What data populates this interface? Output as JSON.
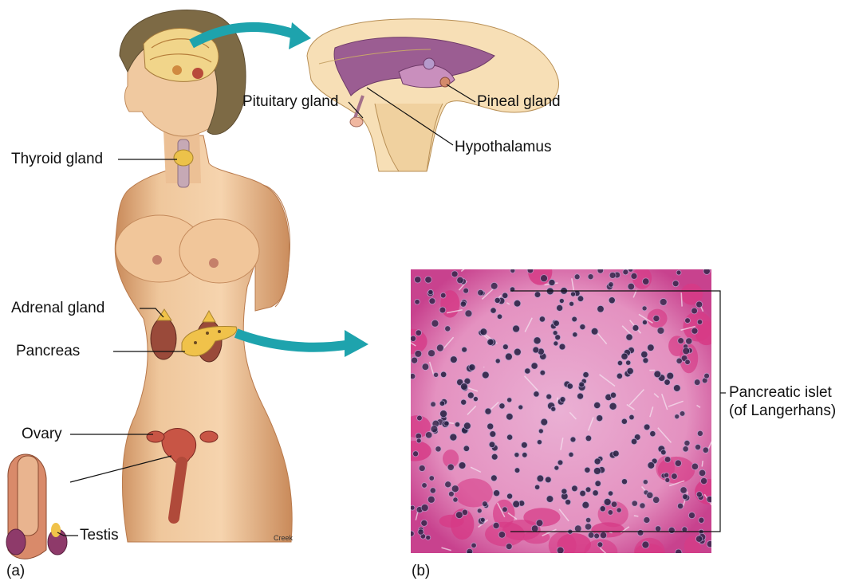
{
  "labels": {
    "pituitary": "Pituitary gland",
    "pineal": "Pineal gland",
    "hypothalamus": "Hypothalamus",
    "thyroid": "Thyroid gland",
    "adrenal": "Adrenal gland",
    "pancreas": "Pancreas",
    "ovary": "Ovary",
    "testis": "Testis",
    "islet_line1": "Pancreatic islet",
    "islet_line2": "(of Langerhans)",
    "artist": "Creek"
  },
  "panels": {
    "a": "(a)",
    "b": "(b)"
  },
  "colors": {
    "skin": "#f0c9a0",
    "skin_shadow": "#d99e6e",
    "hair": "#7d6a45",
    "gland_yellow": "#f0c24a",
    "kidney": "#9a4a3a",
    "uterus": "#c85545",
    "arrow_teal": "#1ea3ad",
    "tissue_pink": "#e89bc4",
    "tissue_magenta": "#d63a86",
    "nucleus": "#2c2548",
    "brain_purple": "#9b5d92",
    "brain_cream": "#f7dfb6"
  }
}
